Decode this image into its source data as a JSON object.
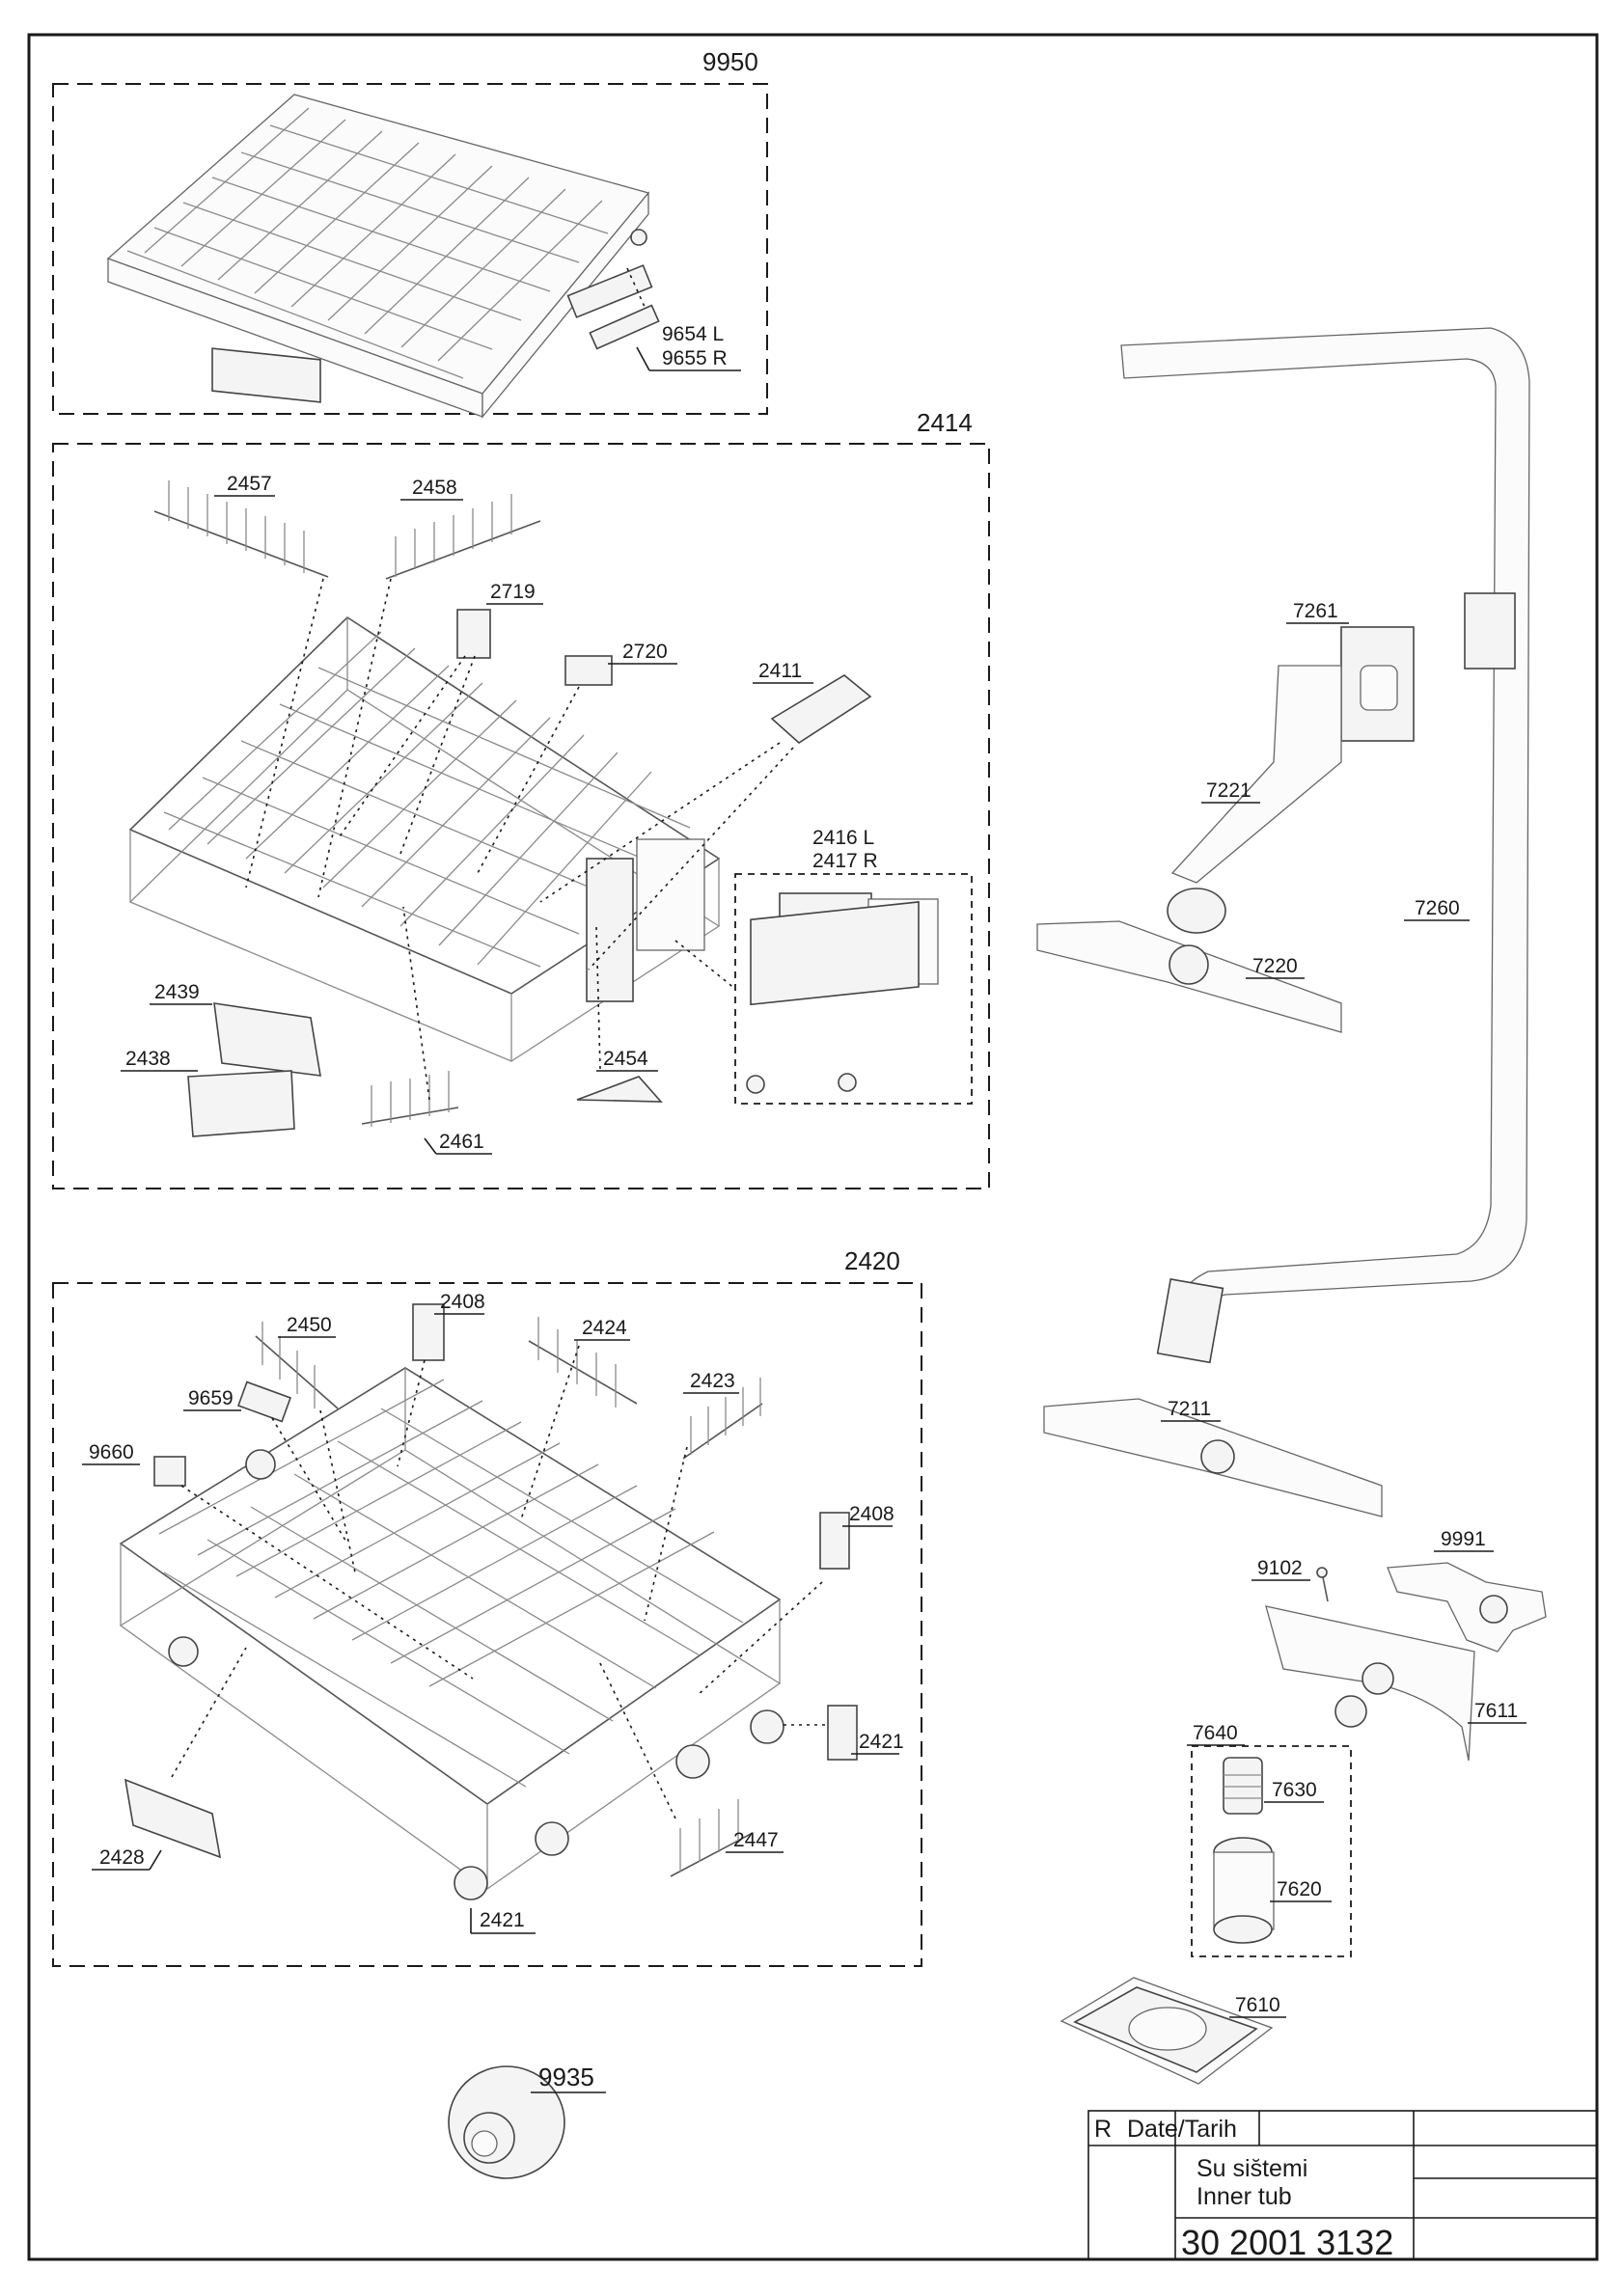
{
  "labels": {
    "g9950": "9950",
    "p9654": "9654 L",
    "p9655": "9655 R",
    "g2414": "2414",
    "p2457": "2457",
    "p2458": "2458",
    "p2719": "2719",
    "p2720": "2720",
    "p2411": "2411",
    "p2416": "2416 L",
    "p2417": "2417 R",
    "p2439": "2439",
    "p2438": "2438",
    "p2454": "2454",
    "p2461": "2461",
    "g2420": "2420",
    "p2450": "2450",
    "p2408a": "2408",
    "p2424": "2424",
    "p2423": "2423",
    "p9659": "9659",
    "p9660": "9660",
    "p2408b": "2408",
    "p2421a": "2421",
    "p2428": "2428",
    "p2447": "2447",
    "p2421b": "2421",
    "p9935": "9935",
    "p7261": "7261",
    "p7221": "7221",
    "p7260": "7260",
    "p7220": "7220",
    "p7211": "7211",
    "p9102": "9102",
    "p9991": "9991",
    "p7611": "7611",
    "p7640": "7640",
    "p7630": "7630",
    "p7620": "7620",
    "p7610": "7610"
  },
  "title_block": {
    "revision_label": "R",
    "date_label": "Date/Tarih",
    "title_tr": "Su sis̆temi",
    "title_en": "Inner tub",
    "drawing_number": "30 2001 3132"
  }
}
